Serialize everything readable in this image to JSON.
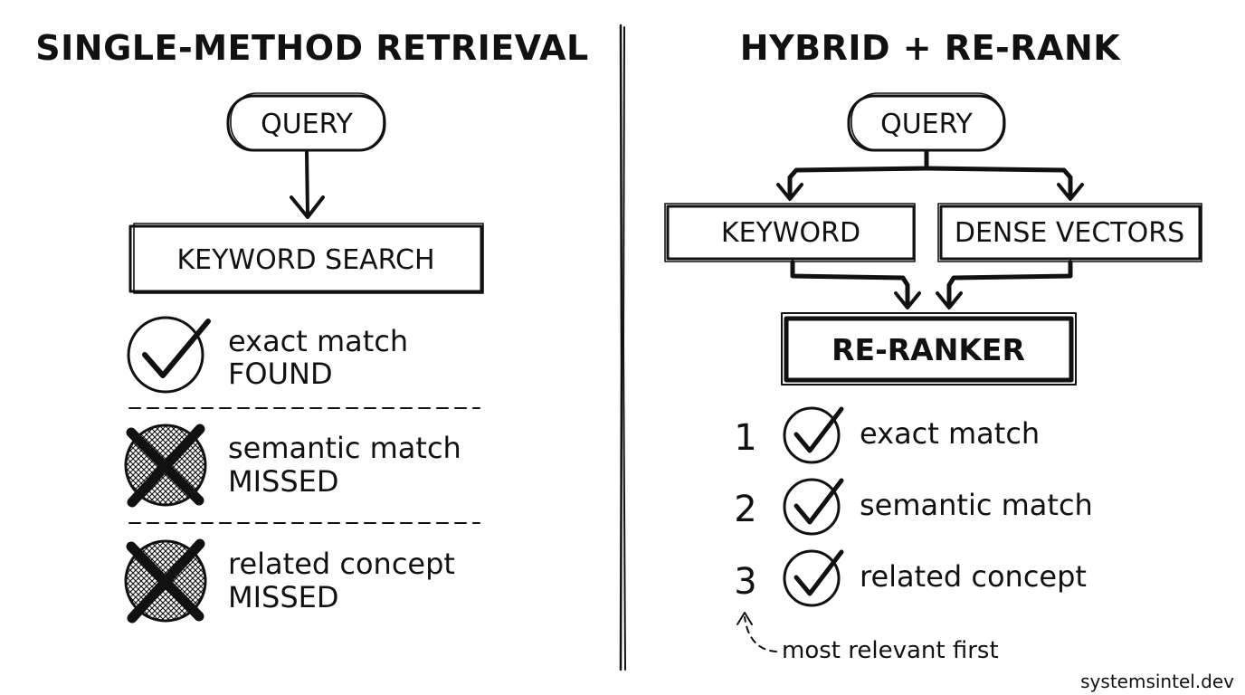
{
  "left_panel": {
    "title": "SINGLE-METHOD RETRIEVAL",
    "query_label": "QUERY",
    "search_label": "KEYWORD SEARCH",
    "results": [
      {
        "line1": "exact match",
        "line2": "FOUND",
        "status": "found",
        "icon": "check-circle-icon"
      },
      {
        "line1": "semantic match",
        "line2": "MISSED",
        "status": "missed",
        "icon": "cross-circle-icon"
      },
      {
        "line1": "related concept",
        "line2": "MISSED",
        "status": "missed",
        "icon": "cross-circle-icon"
      }
    ]
  },
  "right_panel": {
    "title": "HYBRID + RE-RANK",
    "query_label": "QUERY",
    "keyword_label": "KEYWORD",
    "dense_label": "DENSE VECTORS",
    "reranker_label": "RE-RANKER",
    "ranked": [
      {
        "rank": "1",
        "text": "exact match",
        "icon": "check-circle-icon"
      },
      {
        "rank": "2",
        "text": "semantic match",
        "icon": "check-circle-icon"
      },
      {
        "rank": "3",
        "text": "related concept",
        "icon": "check-circle-icon"
      }
    ],
    "note": "most relevant first"
  },
  "footer": {
    "credit": "systemsintel.dev"
  },
  "colors": {
    "ink": "#111111",
    "background": "#ffffff"
  }
}
